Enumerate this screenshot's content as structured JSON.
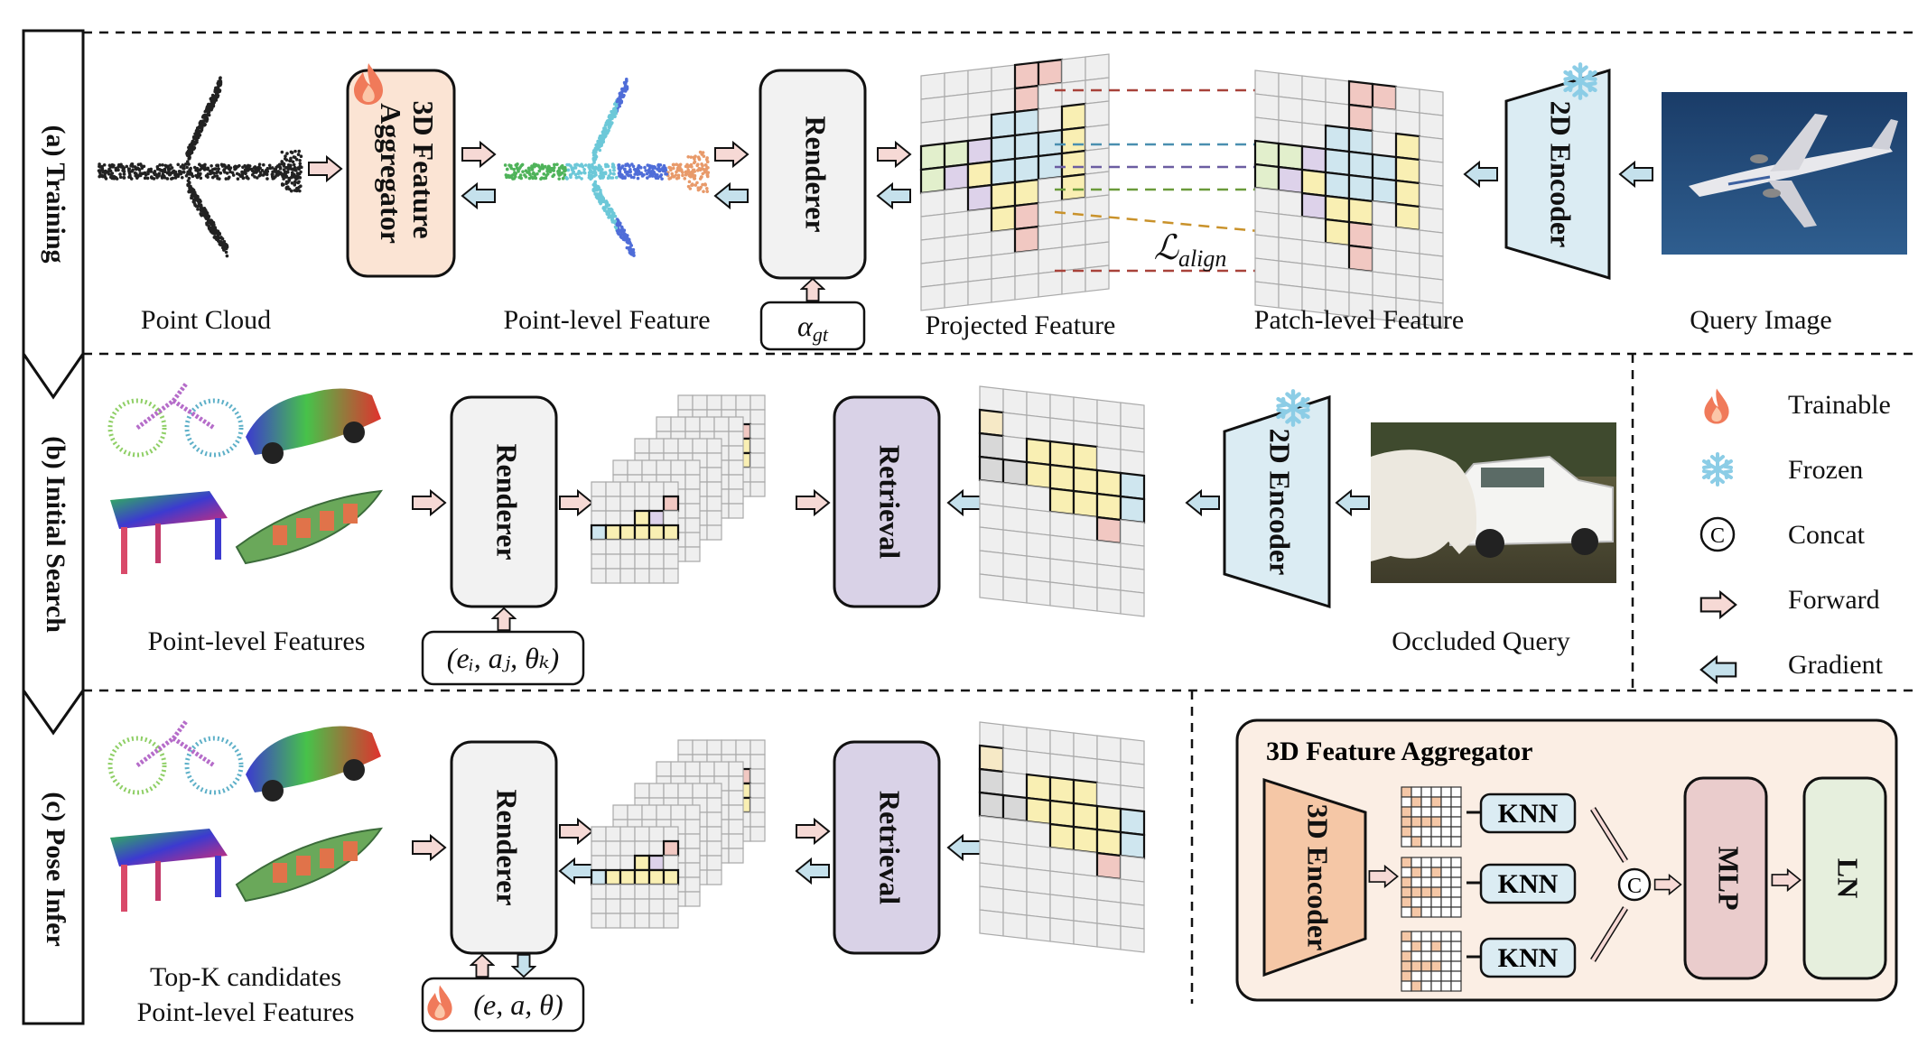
{
  "stages": {
    "training": "(a) Training",
    "initial": "(b) Initial Search",
    "pose": "(c) Pose Infer"
  },
  "training": {
    "point_cloud": "Point Cloud",
    "aggregator_line1": "3D Feature",
    "aggregator_line2": "Aggregator",
    "point_feature": "Point-level Feature",
    "renderer": "Renderer",
    "alpha_base": "α",
    "alpha_sub": "gt",
    "projected": "Projected Feature",
    "loss_base": "ℒ",
    "loss_sub": "align",
    "patch": "Patch-level Feature",
    "encoder": "2D Encoder",
    "query": "Query Image"
  },
  "initial": {
    "features": "Point-level Features",
    "renderer": "Renderer",
    "params": "(eᵢ, aⱼ, θₖ)",
    "retrieval": "Retrieval",
    "encoder": "2D Encoder",
    "query": "Occluded Query"
  },
  "pose": {
    "candidates_line1": "Top-K candidates",
    "candidates_line2": "Point-level Features",
    "renderer": "Renderer",
    "params": "(e, a, θ)",
    "retrieval": "Retrieval"
  },
  "legend": {
    "trainable": "Trainable",
    "frozen": "Frozen",
    "concat": "Concat",
    "concat_symbol": "C",
    "forward": "Forward",
    "gradient": "Gradient"
  },
  "aggregator_detail": {
    "title": "3D Feature Aggregator",
    "encoder": "3D Encoder",
    "knn": [
      "KNN",
      "KNN",
      "KNN"
    ],
    "concat_symbol": "C",
    "mlp": "MLP",
    "ln": "LN"
  },
  "colors": {
    "forward_fill": "#f6d9d5",
    "gradient_fill": "#c5e1ec",
    "aggregator_fill": "#fbe4d4",
    "renderer_fill": "#f2f2f2",
    "retrieval_fill": "#d9d2e7",
    "encoder_fill": "#dbecf3",
    "mlp_fill": "#eacccc",
    "ln_fill": "#e6efdd",
    "knn_fill": "#dbecf3",
    "panel_fill": "#fbeee4",
    "flame": "#f07a5a",
    "snowflake": "#8ccde6"
  }
}
